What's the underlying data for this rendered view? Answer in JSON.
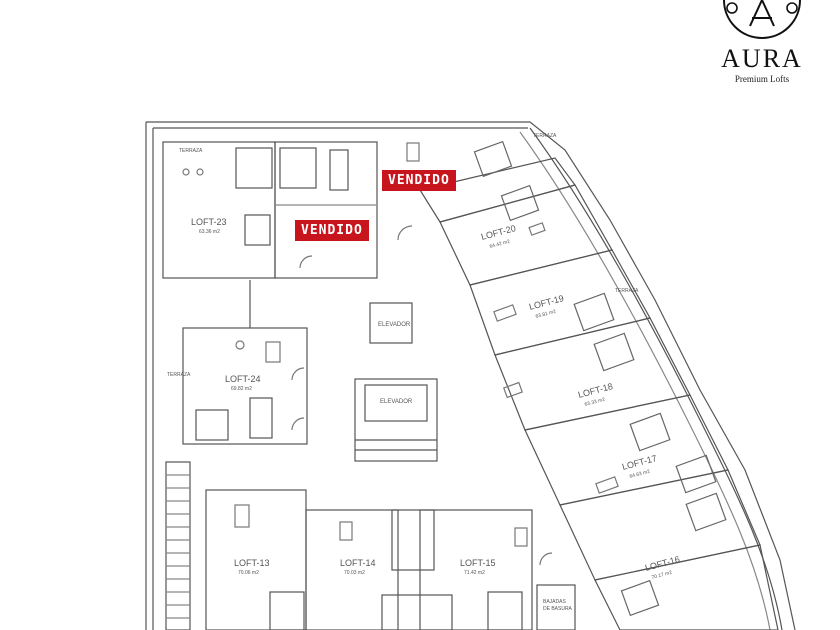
{
  "brand": {
    "name": "AURA",
    "tagline": "Premium Lofts"
  },
  "badges": {
    "sold_1": "VENDIDO",
    "sold_2": "VENDIDO"
  },
  "labels": {
    "elevator_1": "ELEVADOR",
    "elevator_2": "ELEVADOR",
    "trash": [
      "BAJADAS",
      "DE BASURA"
    ],
    "terrace": "TERRAZA"
  },
  "lofts": [
    {
      "name": "LOFT-23",
      "area": "63.36 m2"
    },
    {
      "name": "LOFT-24",
      "area": "69.82 m2"
    },
    {
      "name": "LOFT-20",
      "area": "64.42 m2"
    },
    {
      "name": "LOFT-19",
      "area": "63.81 m2"
    },
    {
      "name": "LOFT-18",
      "area": "63.33 m2"
    },
    {
      "name": "LOFT-17",
      "area": "64.63 m2"
    },
    {
      "name": "LOFT-16",
      "area": "70.17 m2"
    },
    {
      "name": "LOFT-13",
      "area": "70.06 m2"
    },
    {
      "name": "LOFT-14",
      "area": "70.03 m2"
    },
    {
      "name": "LOFT-15",
      "area": "71.42 m2"
    }
  ]
}
